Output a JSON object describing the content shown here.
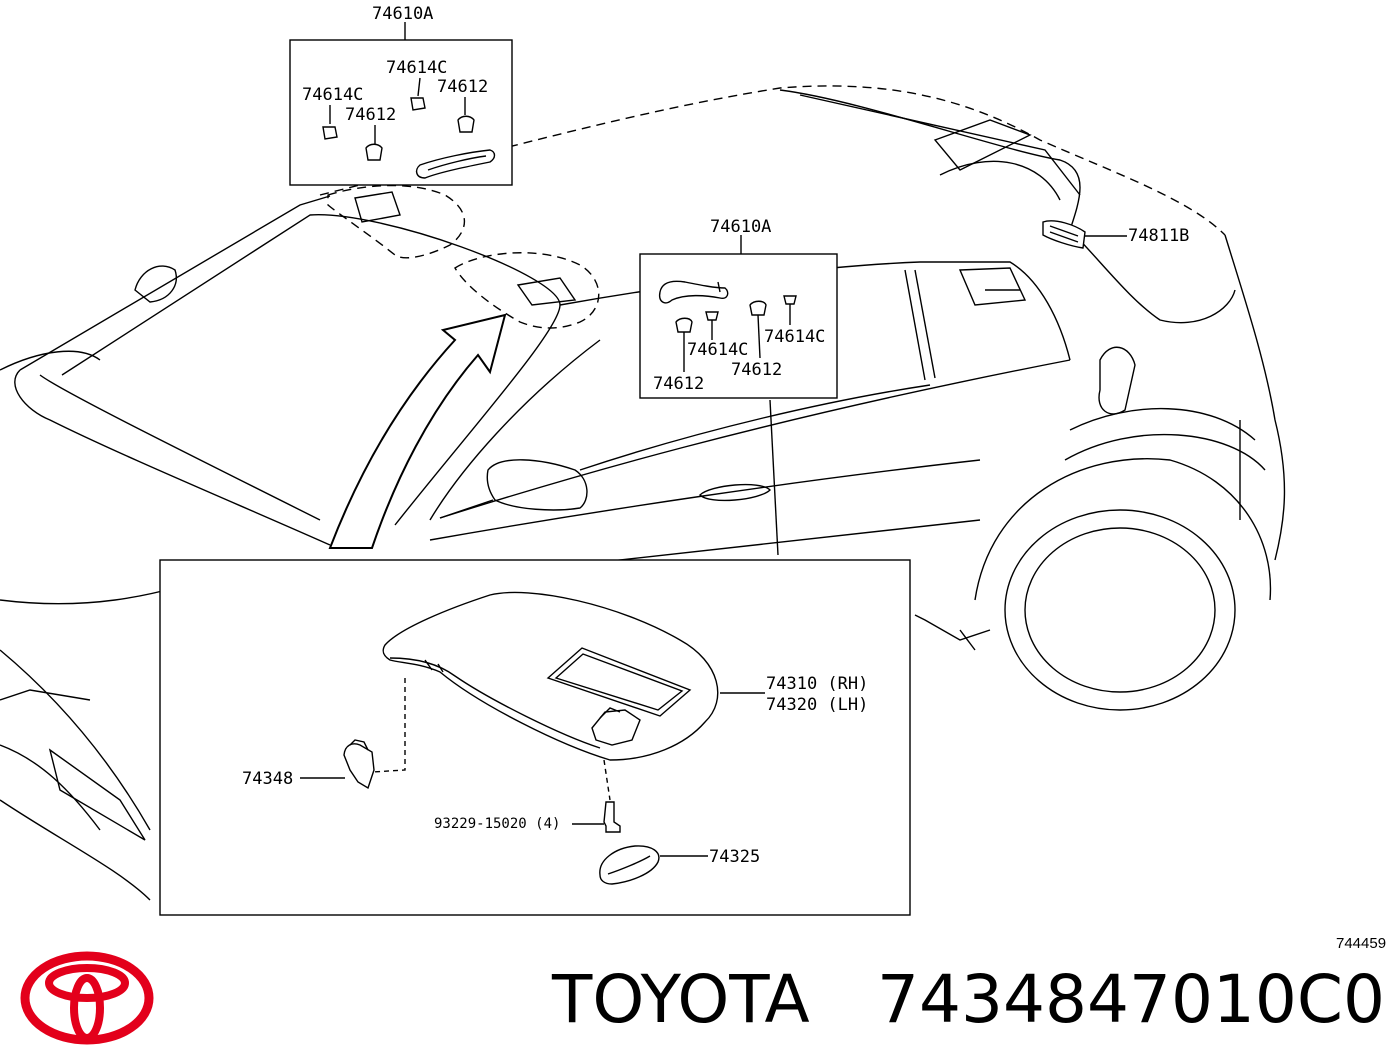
{
  "callouts": {
    "top_group": "74610A",
    "top_clip_right": "74614C",
    "top_clip_left": "74614C",
    "top_cap_right": "74612",
    "top_cap_left": "74612",
    "mid_group": "74610A",
    "mid_clip_left": "74614C",
    "mid_clip_right": "74614C",
    "mid_cap_left": "74612",
    "mid_cap_right": "74612",
    "rear_handle": "74811B",
    "visor_rh": "74310 (RH)",
    "visor_lh": "74320 (LH)",
    "holder": "74348",
    "screw": "93229-15020 (4)",
    "cover": "74325"
  },
  "diagram_code": "744459",
  "brand": {
    "name": "TOYOTA",
    "part_number": "7434847010C0",
    "logo_color": "#e3001b"
  }
}
